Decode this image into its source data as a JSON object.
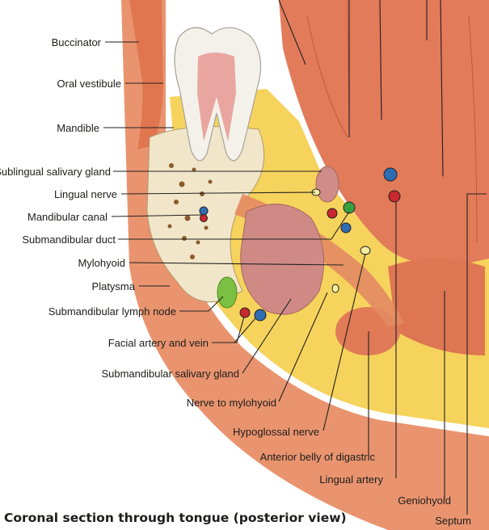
{
  "diagram": {
    "caption": "Coronal section through tongue (posterior view)",
    "labels": {
      "buccinator": "Buccinator",
      "oral_vestibule": "Oral vestibule",
      "mandible": "Mandible",
      "sublingual_salivary_gland": "Sublingual salivary gland",
      "lingual_nerve": "Lingual nerve",
      "mandibular_canal": "Mandibular canal",
      "submandibular_duct": "Submandibular duct",
      "mylohyoid": "Mylohyoid",
      "platysma": "Platysma",
      "submandibular_lymph_node": "Submandibular lymph node",
      "facial_artery_and_vein": "Facial artery and vein",
      "submandibular_salivary_gland": "Submandibular salivary gland",
      "nerve_to_mylohyoid": "Nerve to mylohyoid",
      "hypoglossal_nerve": "Hypoglossal nerve",
      "anterior_belly_of_digastric": "Anterior belly of digastric",
      "lingual_artery": "Lingual artery",
      "geniohyoid": "Geniohyoid",
      "septum": "Septum"
    },
    "colors": {
      "muscle": "#e27b5a",
      "muscle_dark": "#c85a3c",
      "fat": "#f7d25a",
      "bone": "#f1e6c9",
      "gland": "#cf8a86",
      "artery": "#c8282e",
      "vein": "#2e6db3",
      "nerve": "#f6eea0",
      "lymph_node": "#7cc043"
    }
  }
}
